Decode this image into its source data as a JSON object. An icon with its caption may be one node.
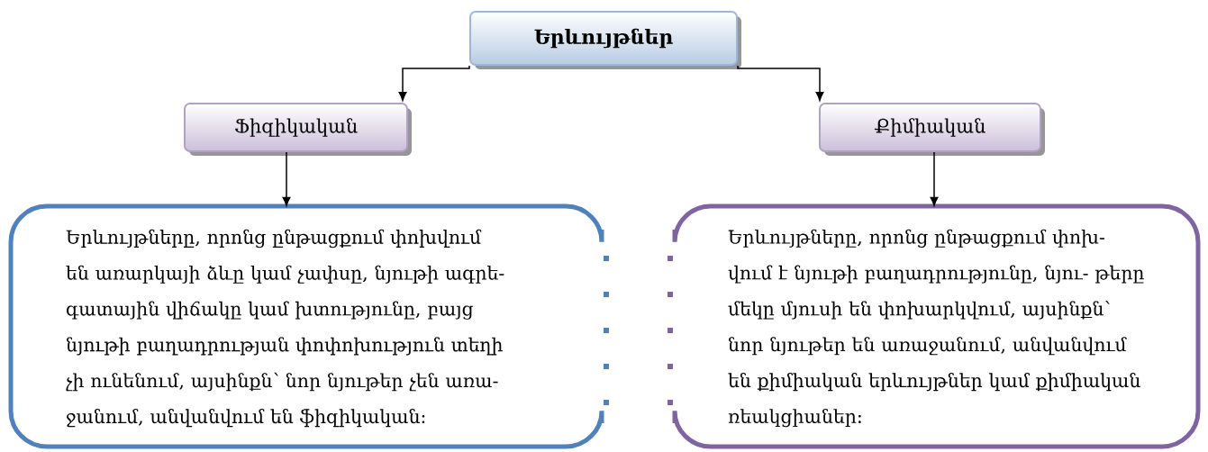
{
  "diagram": {
    "nodes": [
      {
        "text": [
          "Երևույթներ"
        ]
      },
      {
        "text": [
          "Ֆիզիկական"
        ]
      },
      {
        "text": [
          "Քիմիական"
        ]
      },
      {
        "text": [
          "Երևույթները, որոնց ընթացքում փոխվում են առարկայի ձևը կամ չափսը, նյութի ագրե- գատային վիճակը կամ խտությունը, բայց նյութի բաղադրության փոփոխություն տեղի չի ունենում, այսինքն՝ նոր նյութեր չեն առա- ջանում, անվանվում են ֆիզիկական:"
        ]
      },
      {
        "text": [
          "Երևույթները, որոնց ընթացքում փոխ- վում է նյութի բաղադրությունը, նյու- թերը մեկը մյուսի են փոխարկվում, այսինքն՝ նոր նյութեր են առաջանում, անվանվում են քիմիական երևույթներ կամ քիմիական ռեակցիաներ:"
        ]
      }
    ],
    "edges": [
      {
        "from": 0,
        "to": 1,
        "arrow": "to"
      },
      {
        "from": 0,
        "to": 2,
        "arrow": "to"
      },
      {
        "from": 1,
        "to": 3,
        "arrow": "to"
      },
      {
        "from": 2,
        "to": 4,
        "arrow": "to"
      }
    ]
  }
}
